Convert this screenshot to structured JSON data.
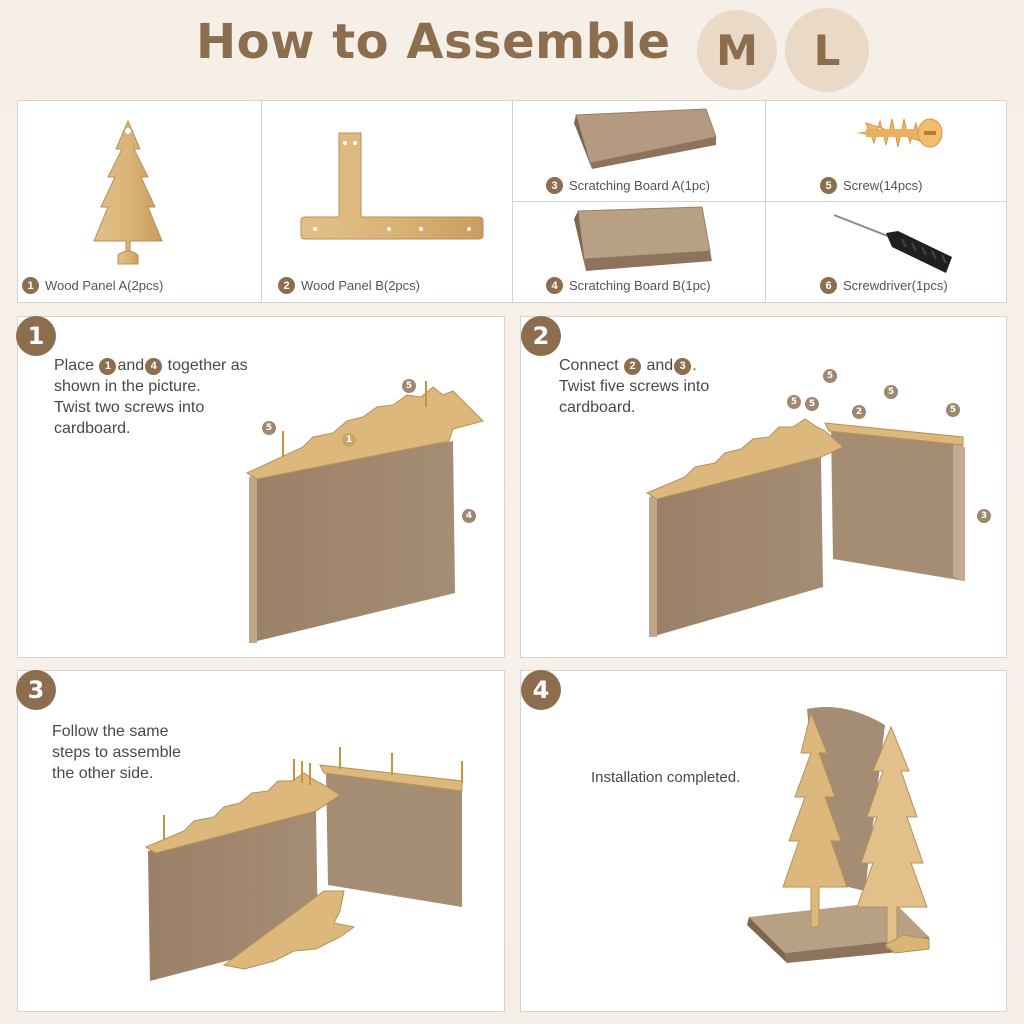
{
  "header": {
    "title": "How to Assemble",
    "sizes": [
      "M",
      "L"
    ]
  },
  "parts": [
    {
      "num": "1",
      "label": "Wood Panel A(2pcs)"
    },
    {
      "num": "2",
      "label": "Wood Panel B(2pcs)"
    },
    {
      "num": "3",
      "label": "Scratching Board A(1pc)"
    },
    {
      "num": "5",
      "label": "Screw(14pcs)"
    },
    {
      "num": "4",
      "label": "Scratching Board B(1pc)"
    },
    {
      "num": "6",
      "label": "Screwdriver(1pcs)"
    }
  ],
  "steps": [
    {
      "num": "1",
      "text": {
        "l1a": "Place ",
        "n1": "1",
        "l1b": "and",
        "n2": "4",
        "l1c": " together as",
        "l2": "shown in the picture.",
        "l3": "Twist two screws into",
        "l4": "cardboard."
      },
      "callouts": [
        "5",
        "5",
        "1",
        "4"
      ]
    },
    {
      "num": "2",
      "text": {
        "l1a": "Connect ",
        "n1": "2",
        "l1b": " and",
        "n2": "3",
        "l1c": ".",
        "l2": "Twist five screws into",
        "l3": "cardboard."
      },
      "callouts": [
        "5",
        "5",
        "5",
        "5",
        "5",
        "2",
        "3"
      ]
    },
    {
      "num": "3",
      "text": {
        "l1": "Follow the same",
        "l2": "steps to assemble",
        "l3": "the other side."
      }
    },
    {
      "num": "4",
      "text": {
        "l1": "Installation completed."
      }
    }
  ],
  "colors": {
    "accent": "#8c6d4d",
    "wood": "#d9b477",
    "cardboard": "#a08770",
    "background": "#f6efe8"
  }
}
